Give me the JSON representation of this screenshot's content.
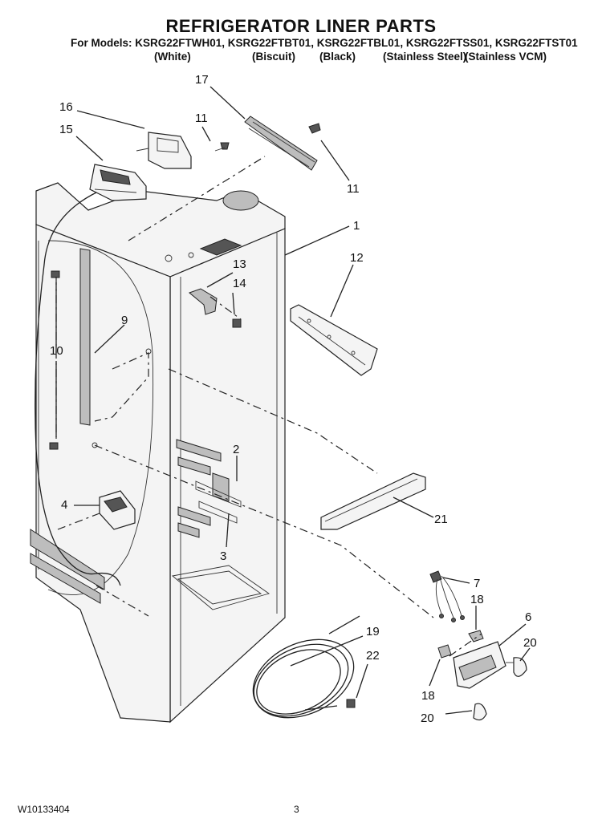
{
  "header": {
    "title": "REFRIGERATOR LINER PARTS",
    "models_line": "For Models: KSRG22FTWH01, KSRG22FTBT01, KSRG22FTBL01, KSRG22FTSS01, KSRG22FTST01",
    "finishes": [
      "(White)",
      "(Biscuit)",
      "(Black)",
      "(Stainless Steel)",
      "(Stainless VCM)"
    ]
  },
  "callouts": {
    "c17": "17",
    "c16": "16",
    "c15": "15",
    "c11a": "11",
    "c11b": "11",
    "c1": "1",
    "c12": "12",
    "c13": "13",
    "c14": "14",
    "c9": "9",
    "c10": "10",
    "c2": "2",
    "c4": "4",
    "c3": "3",
    "c21": "21",
    "c7": "7",
    "c18a": "18",
    "c6": "6",
    "c20a": "20",
    "c19": "19",
    "c22": "22",
    "c18b": "18",
    "c20b": "20"
  },
  "footer": {
    "doc_number": "W10133404",
    "page_number": "3"
  }
}
